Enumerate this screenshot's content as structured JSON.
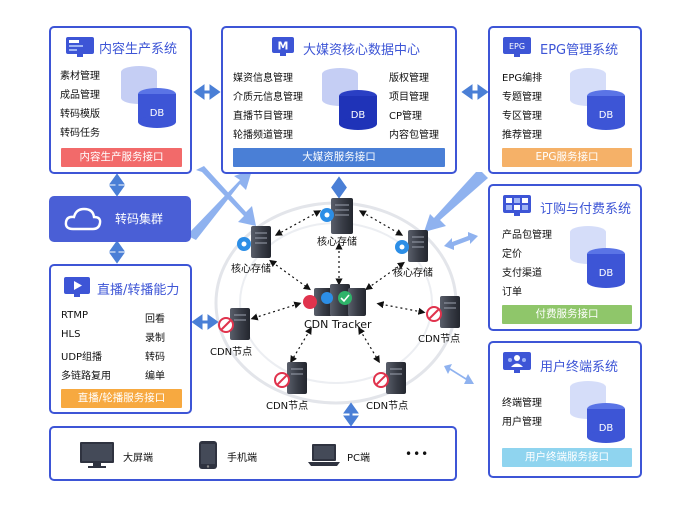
{
  "colors": {
    "primary_blue": "#3d55d6",
    "light_blue": "#8fb2ef",
    "content_bar": "#f26a6a",
    "media_bar": "#4a7fd6",
    "epg_bar": "#f5b168",
    "live_bar": "#f7a940",
    "payment_bar": "#8fc66a",
    "user_bar": "#8fd4ef",
    "cluster_fill": "#4a5fd6",
    "no_entry_red": "#e0334d",
    "gear_blue": "#2c8ee6"
  },
  "content_system": {
    "title": "内容生产系统",
    "items": [
      "素材管理",
      "成品管理",
      "转码模版",
      "转码任务"
    ],
    "db_label": "DB",
    "bar": "内容生产服务接口"
  },
  "media_center": {
    "title": "大媒资核心数据中心",
    "left_items": [
      "媒资信息管理",
      "介质元信息管理",
      "直播节目管理",
      "轮播频道管理"
    ],
    "right_items": [
      "版权管理",
      "项目管理",
      "CP管理",
      "内容包管理"
    ],
    "db_label": "DB",
    "bar": "大媒资服务接口"
  },
  "epg_system": {
    "title": "EPG管理系统",
    "icon_text": "EPG",
    "items": [
      "EPG编排",
      "专题管理",
      "专区管理",
      "推荐管理"
    ],
    "db_label": "DB",
    "bar": "EPG服务接口"
  },
  "transcode_cluster": {
    "label": "转码集群"
  },
  "payment_system": {
    "title": "订购与付费系统",
    "items": [
      "产品包管理",
      "定价",
      "支付渠道",
      "订单"
    ],
    "db_label": "DB",
    "bar": "付费服务接口"
  },
  "live_system": {
    "title": "直播/转播能力",
    "left_items": [
      "RTMP",
      "HLS",
      "UDP组播",
      "多链路复用"
    ],
    "right_items": [
      "回看",
      "录制",
      "转码",
      "编单"
    ],
    "bar": "直播/轮播服务接口"
  },
  "user_terminal": {
    "title": "用户终端系统",
    "items": [
      "终端管理",
      "用户管理"
    ],
    "db_label": "DB",
    "bar": "用户终端服务接口"
  },
  "network": {
    "tracker_label": "CDN Tracker",
    "core_storage_label": "核心存储",
    "cdn_node_label": "CDN节点"
  },
  "devices": {
    "items": [
      "大屏端",
      "手机端",
      "PC端"
    ],
    "more": "•••"
  }
}
